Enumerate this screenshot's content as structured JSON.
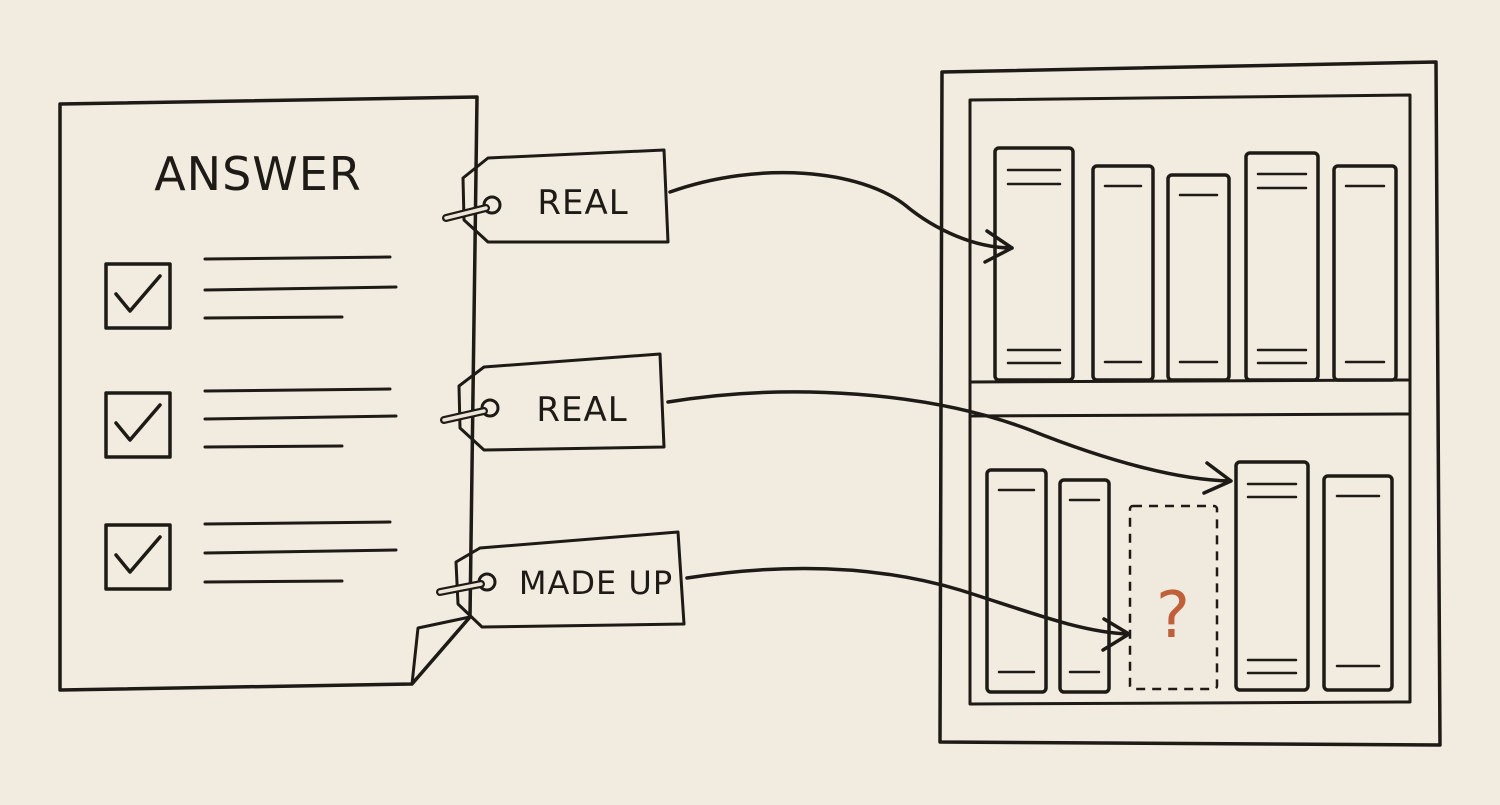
{
  "document": {
    "title": "ANSWER",
    "items": [
      {
        "checked": true
      },
      {
        "checked": true
      },
      {
        "checked": true
      }
    ]
  },
  "tags": [
    {
      "label": "REAL"
    },
    {
      "label": "REAL"
    },
    {
      "label": "MADE UP"
    }
  ],
  "bookshelf": {
    "missing_book_mark": "?"
  },
  "colors": {
    "background": "#f1ebe0",
    "paper": "#b5966e",
    "book_highlight": "#b5966e",
    "book_plain": "#ece4d6",
    "tag": "#e6ddcb",
    "ink": "#1e1a16",
    "question_mark": "#c0603a"
  }
}
